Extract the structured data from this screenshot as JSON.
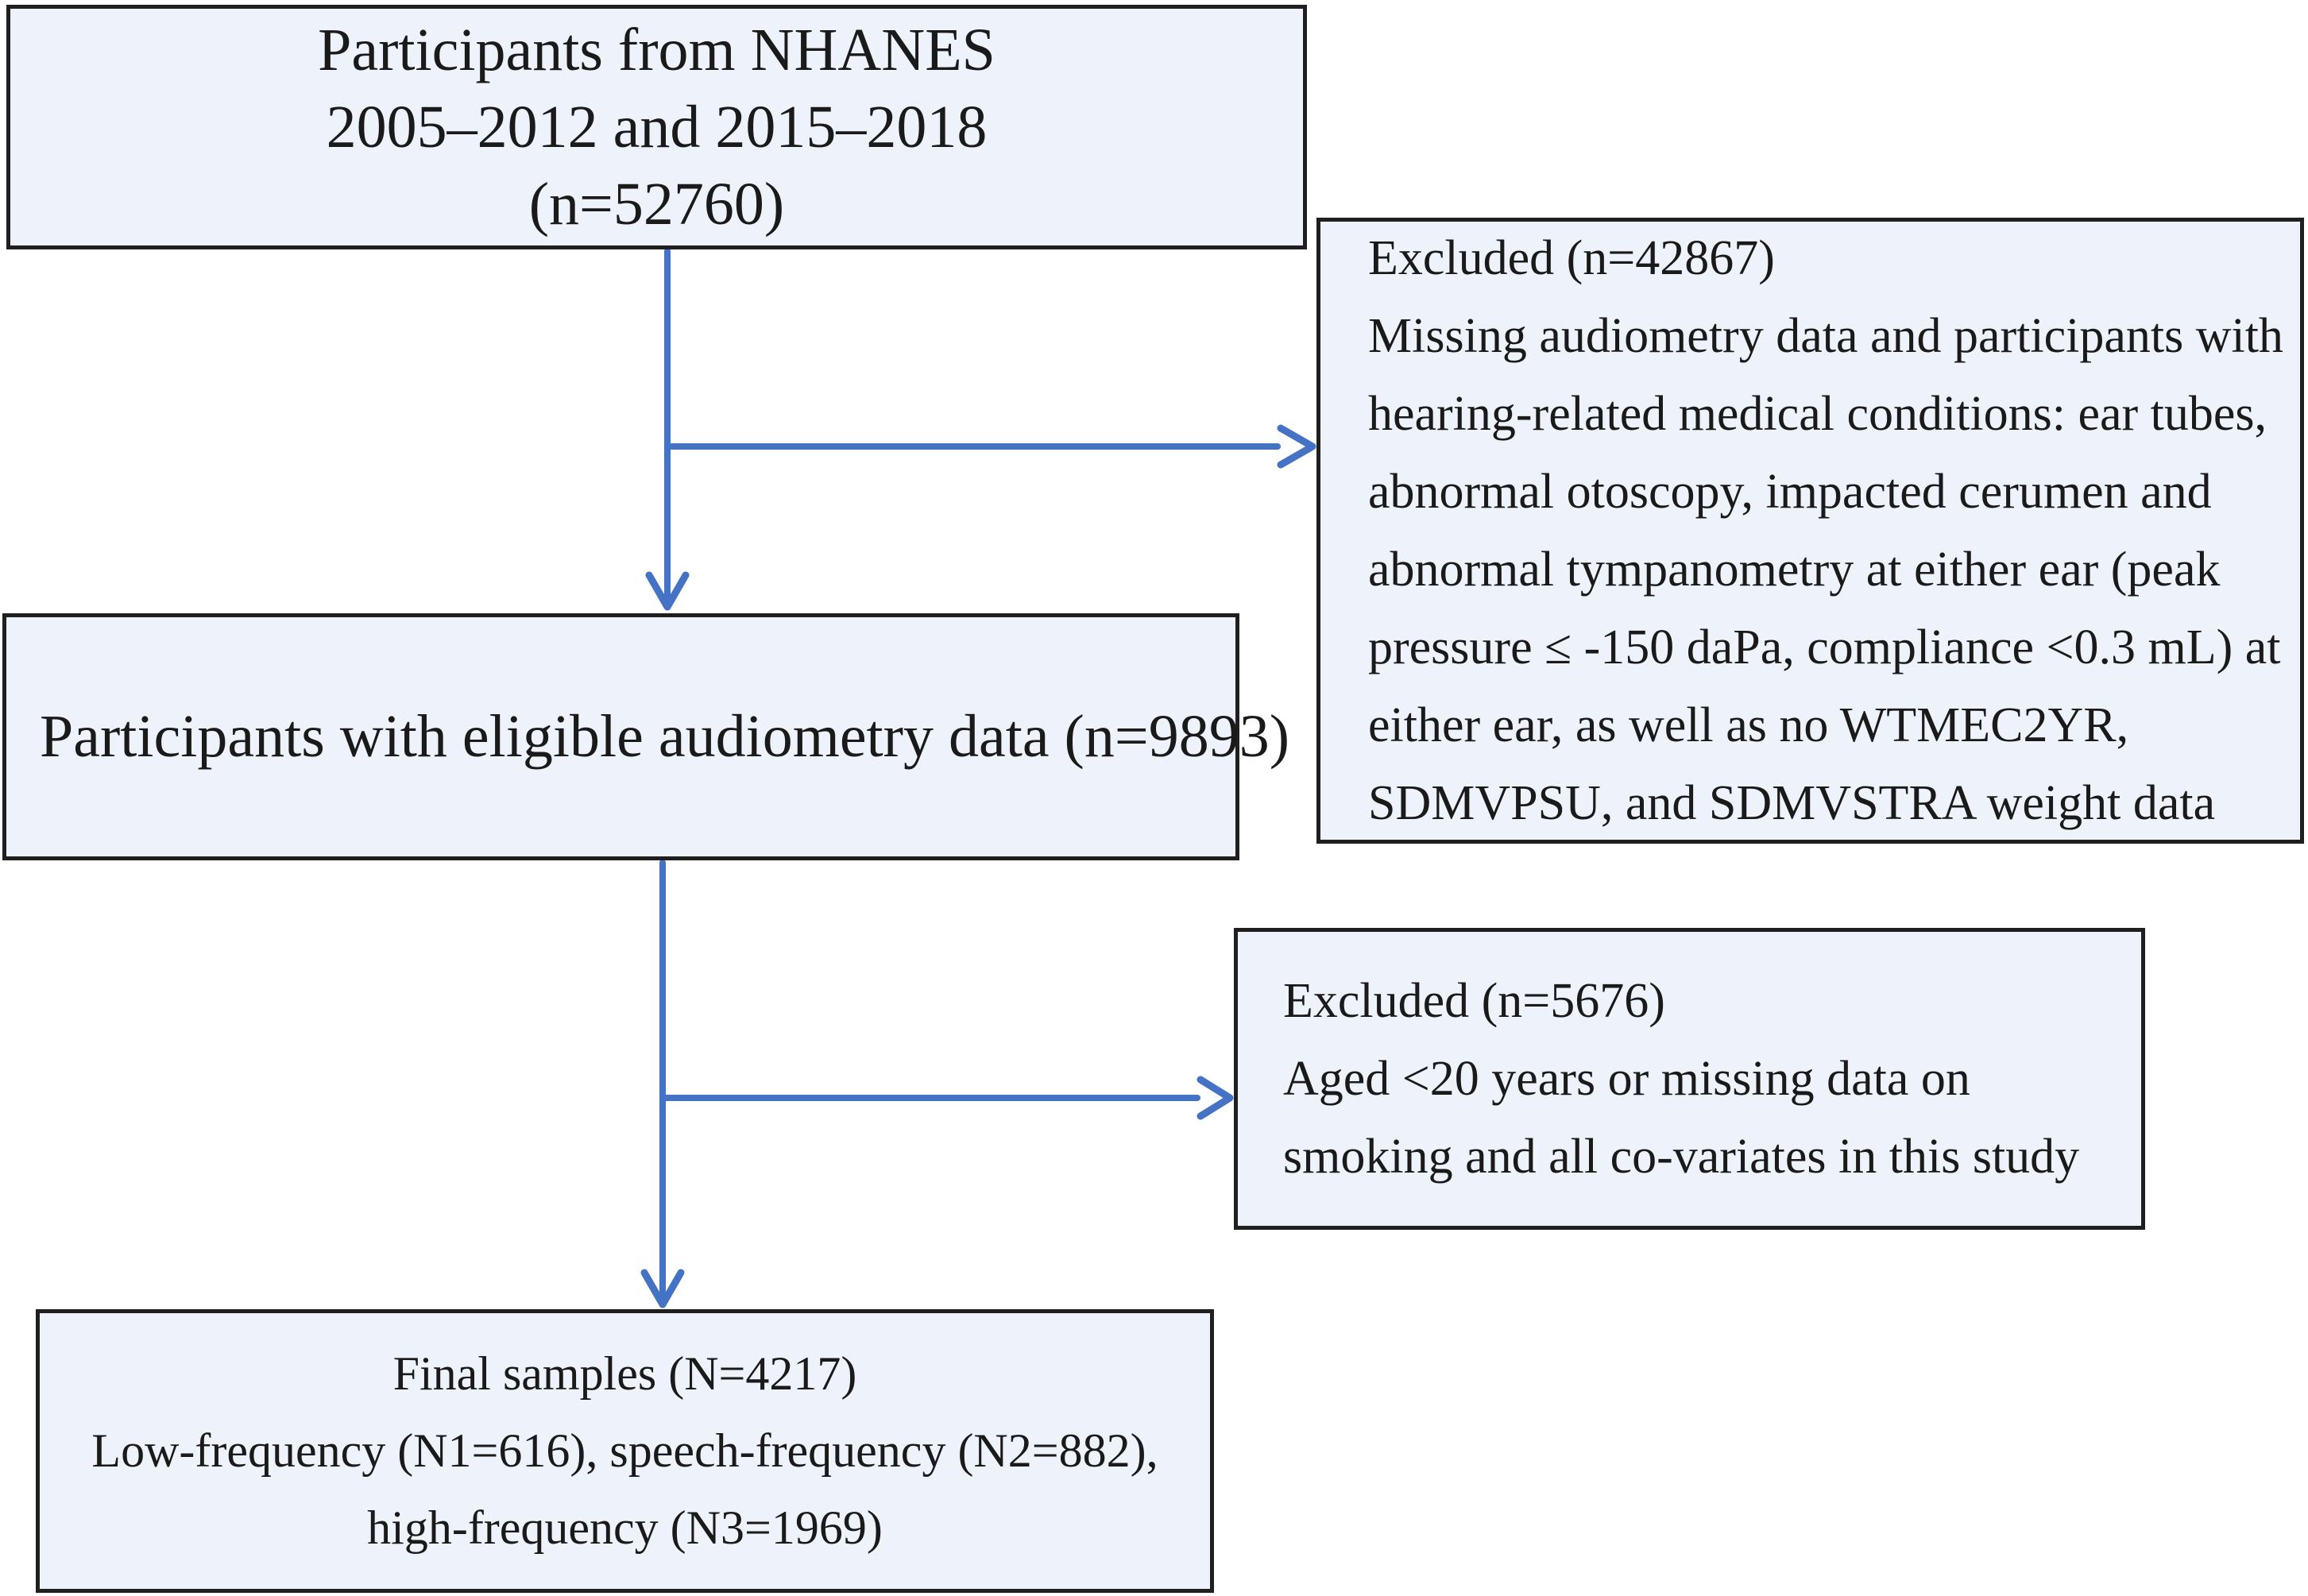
{
  "colors": {
    "box_fill": "#EEF3FB",
    "box_border": "#1F1F1F",
    "arrow": "#4472C4",
    "text": "#1A1A1A",
    "background": "#FFFFFF"
  },
  "boxes": {
    "nhanes": {
      "lines": [
        "Participants from NHANES",
        "2005–2012 and 2015–2018",
        "(n=52760)"
      ]
    },
    "excluded_audiometry": {
      "lines": [
        "Excluded (n=42867)",
        "Missing audiometry data and participants with",
        "hearing-related medical conditions: ear tubes,",
        "abnormal otoscopy, impacted cerumen and",
        "abnormal tympanometry at either ear (peak",
        "pressure ≤ -150 daPa, compliance <0.3 mL) at",
        "either ear, as well as no WTMEC2YR,",
        "SDMVPSU, and SDMVSTRA weight data"
      ]
    },
    "eligible": {
      "lines": [
        "Participants with eligible audiometry data (n=9893)"
      ]
    },
    "excluded_age": {
      "lines": [
        "Excluded (n=5676)",
        "Aged <20 years or missing data on",
        "smoking and all co-variates in this study"
      ]
    },
    "final": {
      "lines": [
        "Final samples (N=4217)",
        "Low-frequency (N1=616), speech-frequency (N2=882),",
        "high-frequency (N3=1969)"
      ]
    }
  }
}
